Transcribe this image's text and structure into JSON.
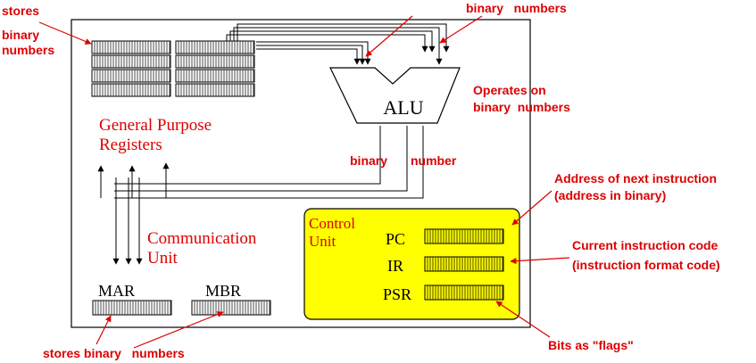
{
  "colors": {
    "annotation": "#dd0000",
    "unit_label": "#dd0000",
    "control_fill": "#ffff00",
    "line": "#000000"
  },
  "labels": {
    "gpr": [
      "General Purpose",
      "Registers"
    ],
    "alu": "ALU",
    "comm": [
      "Communication",
      "Unit"
    ],
    "control": [
      "Control",
      "Unit"
    ],
    "mar": "MAR",
    "mbr": "MBR",
    "pc": "PC",
    "ir": "IR",
    "psr": "PSR"
  },
  "annotations": {
    "stores_top": [
      "stores",
      "binary",
      "numbers"
    ],
    "binary_numbers_top": "binary   numbers",
    "operates": [
      "Operates on",
      "binary  numbers"
    ],
    "binary_mid": "binary",
    "number_mid": "number",
    "address": [
      "Address of next instruction",
      "(address in binary)"
    ],
    "current": [
      "Current instruction code",
      "(instruction format code)"
    ],
    "bits": "Bits as \"flags\"",
    "stores_bottom": "stores binary   numbers"
  }
}
